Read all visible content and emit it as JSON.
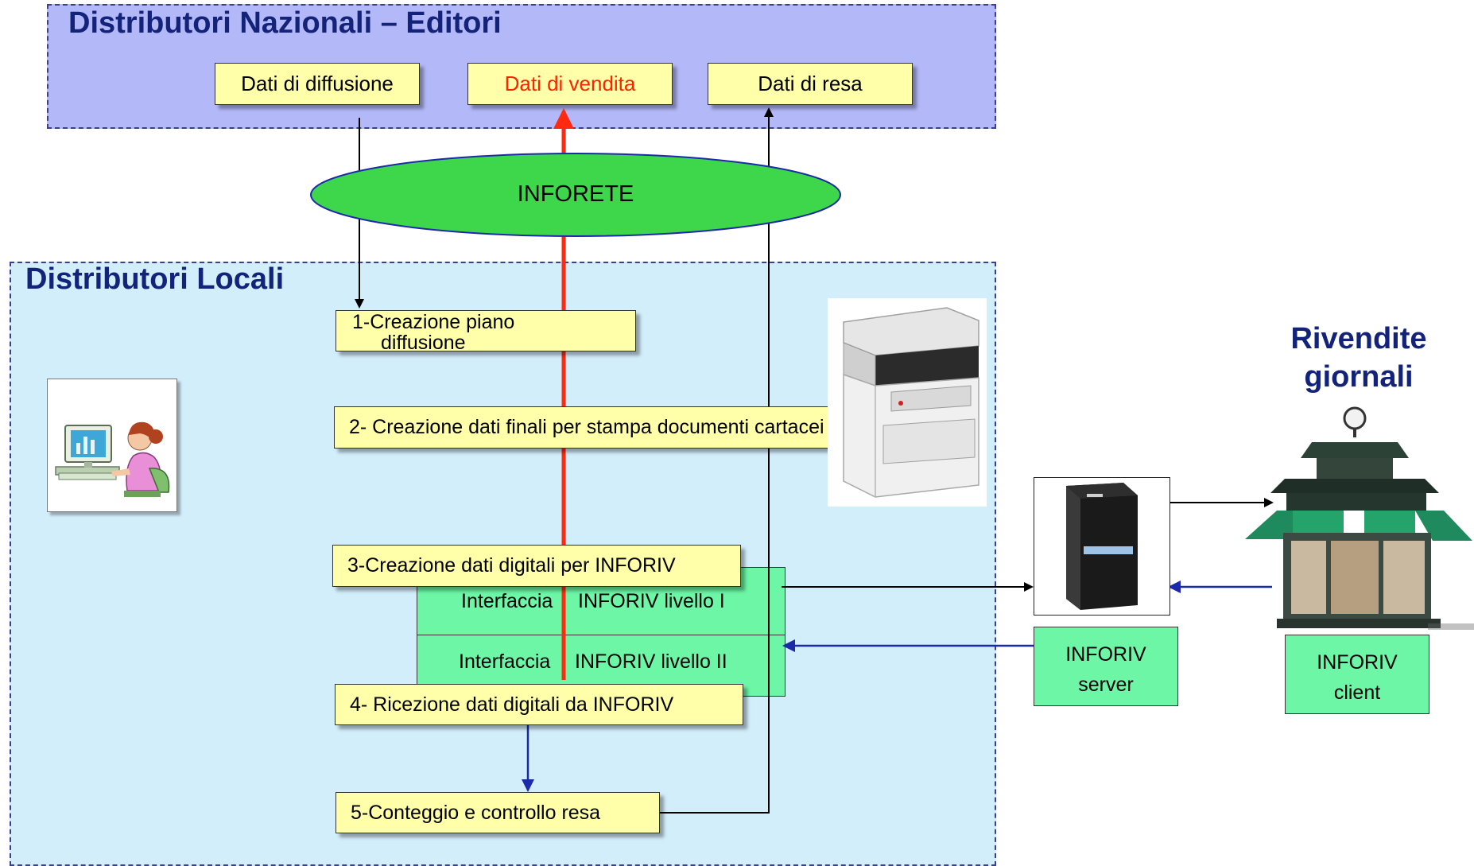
{
  "regions": {
    "national": {
      "title": "Distributori Nazionali – Editori"
    },
    "local": {
      "title": "Distributori Locali"
    },
    "newsstands": {
      "title_line1": "Rivendite",
      "title_line2": "giornali"
    }
  },
  "data_boxes": {
    "diffusione": "Dati di diffusione",
    "vendita": "Dati di vendita",
    "resa": "Dati di resa"
  },
  "network": {
    "label": "INFORETE"
  },
  "steps": {
    "step1_line1": "1-Creazione piano",
    "step1_line2": "diffusione",
    "step2": "2- Creazione dati finali per stampa documenti cartacei",
    "step3": "3-Creazione dati digitali per INFORIV",
    "step4": "4- Ricezione dati digitali da INFORIV",
    "step5": "5-Conteggio e controllo resa"
  },
  "interfaces": {
    "level1_a": "Interfaccia",
    "level1_b": "INFORIV livello I",
    "level2_a": "Interfaccia",
    "level2_b": "INFORIV livello II"
  },
  "systems": {
    "server_line1": "INFORIV",
    "server_line2": "server",
    "client_line1": "INFORIV",
    "client_line2": "client"
  },
  "colors": {
    "red_flow": "#ff2a10",
    "blue_flow": "#1a2aa8",
    "black_flow": "#000000",
    "vendita_text": "#ff2200",
    "inforete_fill": "#3ed64a"
  }
}
